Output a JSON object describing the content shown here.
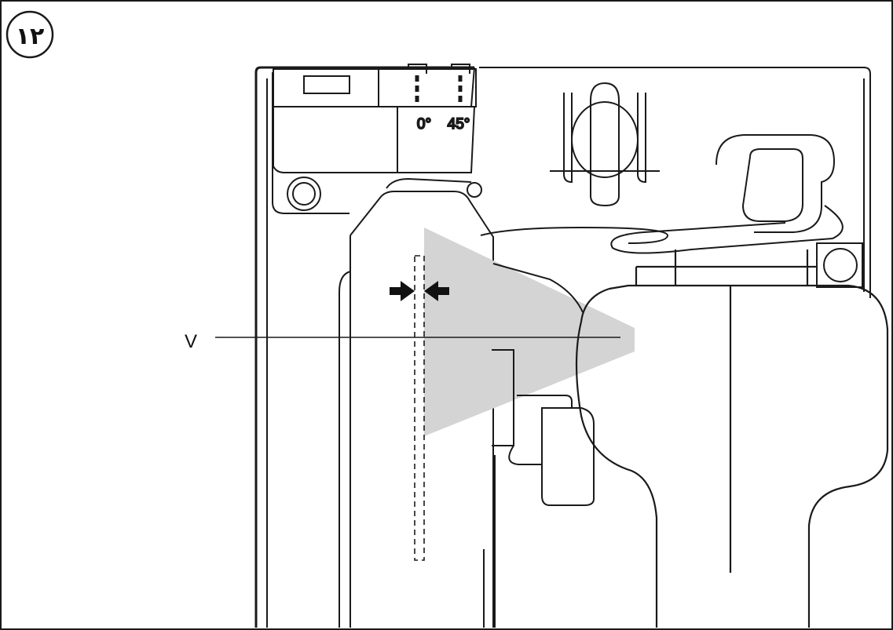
{
  "figure": {
    "step_number": "۱۲",
    "angle_label_0": "0°",
    "angle_label_45": "45°",
    "callout_label": "V"
  },
  "colors": {
    "line": "#1a1a1a",
    "highlight": "#d4d4d4",
    "background": "#ffffff"
  },
  "icons": {
    "alignment_arrows": "arrows-pointing-inward-icon"
  }
}
